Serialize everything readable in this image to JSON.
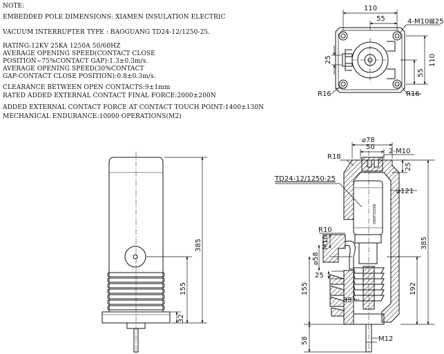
{
  "notes": {
    "header": "NOTE:",
    "lines": [
      "EMBEDDED POLE DIMENSIONS:  XIAMEN INSULATION ELECTRIC",
      "VACUUM INTERRUPTER TYPE : BAOGUANG TD24-12/1250-25.",
      "RATING:12KV 25KA 1250A 50/60HZ",
      "AVERAGE OPENING SPEED(CONTACT CLOSE",
      " POSITION~75%CONTACT GAP):1.3±0.3m/s.",
      "AVERAGE OPENING SPEED(30%CONTACT",
      "GAP-CONTACT CLOSE POSITION):0.8±0.3m/s.",
      "CLEARANCE BETWEEN OPEN CONTACTS:9±1mm",
      "RATED ADDED EXTERNAL CONTACT FINAL FORCE:2000±200N",
      "ADDED EXTERNAL CONTACT FORCE AT CONTACT TOUCH POINT:1400±130N",
      "MECHANICAL ENDURANCE:10000 OPERATIONS(M2)"
    ]
  },
  "top_view": {
    "dim_width": "110",
    "dim_half": "55",
    "bolt_spec": "4-M10⊠25",
    "dim_height": "110",
    "dim_half_v": "55",
    "dim_left": "25",
    "radius_left": "R16",
    "radius_right": "R16"
  },
  "front_view": {
    "dim_total": "385",
    "dim_center": "155",
    "dim_base": "32"
  },
  "section_view": {
    "dia_top": "⌀78",
    "dim_50": "50",
    "thread": "2-M10",
    "dim_25_top": "25",
    "radius_top": "R18",
    "interrupter_label": "TD24-12/1250-25",
    "dia_body": "⌀121",
    "radius_mid": "R10",
    "thread_side": "M10",
    "dia_side": "⌀58",
    "dim_25_side": "25",
    "dim_95": "95",
    "dim_155": "155",
    "dim_192": "192",
    "dim_385": "385",
    "dim_58": "58",
    "thread_bottom": "M12",
    "interrupter_text": "BAOGUANG"
  }
}
